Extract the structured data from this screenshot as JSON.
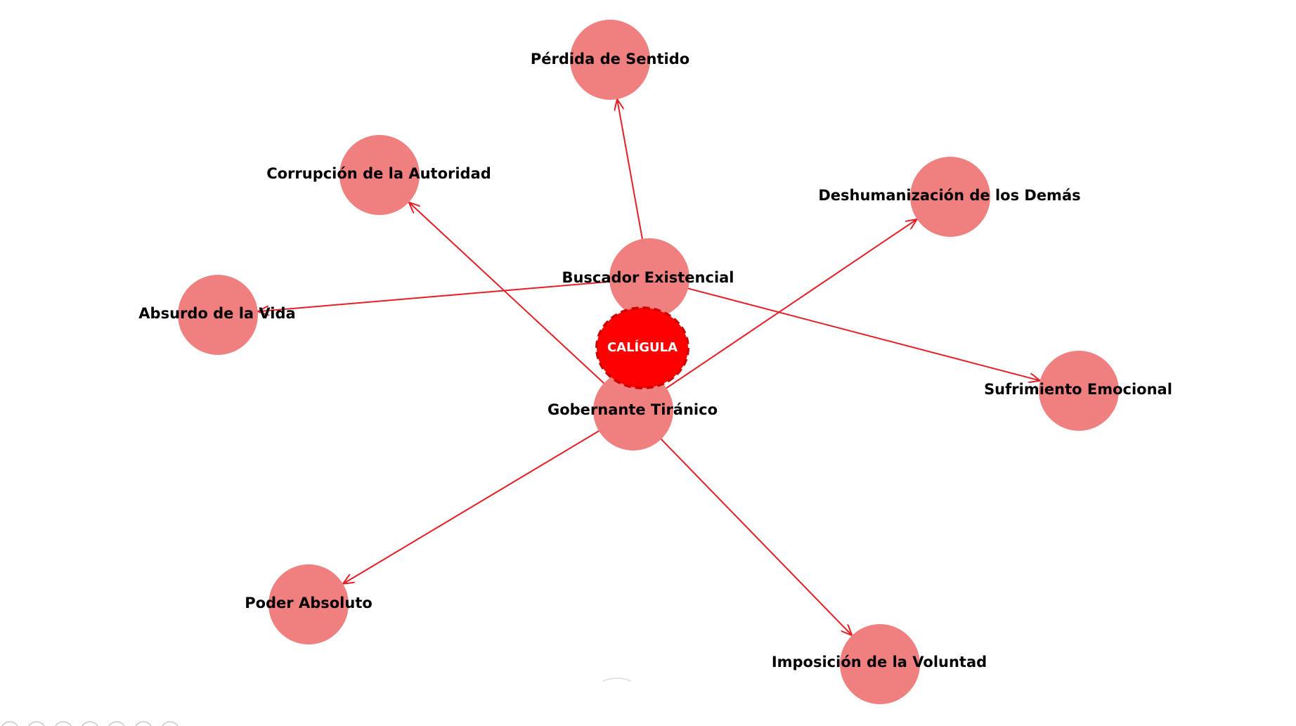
{
  "diagram": {
    "center": {
      "id": "caligula",
      "label": "CALÍGULA"
    },
    "nodes": [
      {
        "id": "buscador",
        "label": "Buscador Existencial"
      },
      {
        "id": "gobernante",
        "label": "Gobernante Tiránico"
      },
      {
        "id": "perdida",
        "label": "Pérdida de Sentido"
      },
      {
        "id": "corrupcion",
        "label": "Corrupción de la Autoridad"
      },
      {
        "id": "deshumanizacion",
        "label": "Deshumanización de los Demás"
      },
      {
        "id": "absurdo",
        "label": "Absurdo de la Vida"
      },
      {
        "id": "sufrimiento",
        "label": "Sufrimiento Emocional"
      },
      {
        "id": "poder",
        "label": "Poder Absoluto"
      },
      {
        "id": "imposicion",
        "label": "Imposición de la Voluntad"
      }
    ],
    "edges": [
      {
        "from": "buscador",
        "to": "perdida"
      },
      {
        "from": "buscador",
        "to": "absurdo"
      },
      {
        "from": "buscador",
        "to": "sufrimiento"
      },
      {
        "from": "gobernante",
        "to": "corrupcion"
      },
      {
        "from": "gobernante",
        "to": "deshumanizacion"
      },
      {
        "from": "gobernante",
        "to": "poder"
      },
      {
        "from": "gobernante",
        "to": "imposicion"
      }
    ],
    "colors": {
      "node": "#f08080",
      "center": "#ff0000",
      "edge": "#e31e24"
    }
  },
  "toolbar": {
    "icons": [
      "home-icon",
      "back-icon",
      "forward-icon",
      "pan-icon",
      "zoom-icon",
      "settings-icon",
      "save-icon"
    ]
  }
}
